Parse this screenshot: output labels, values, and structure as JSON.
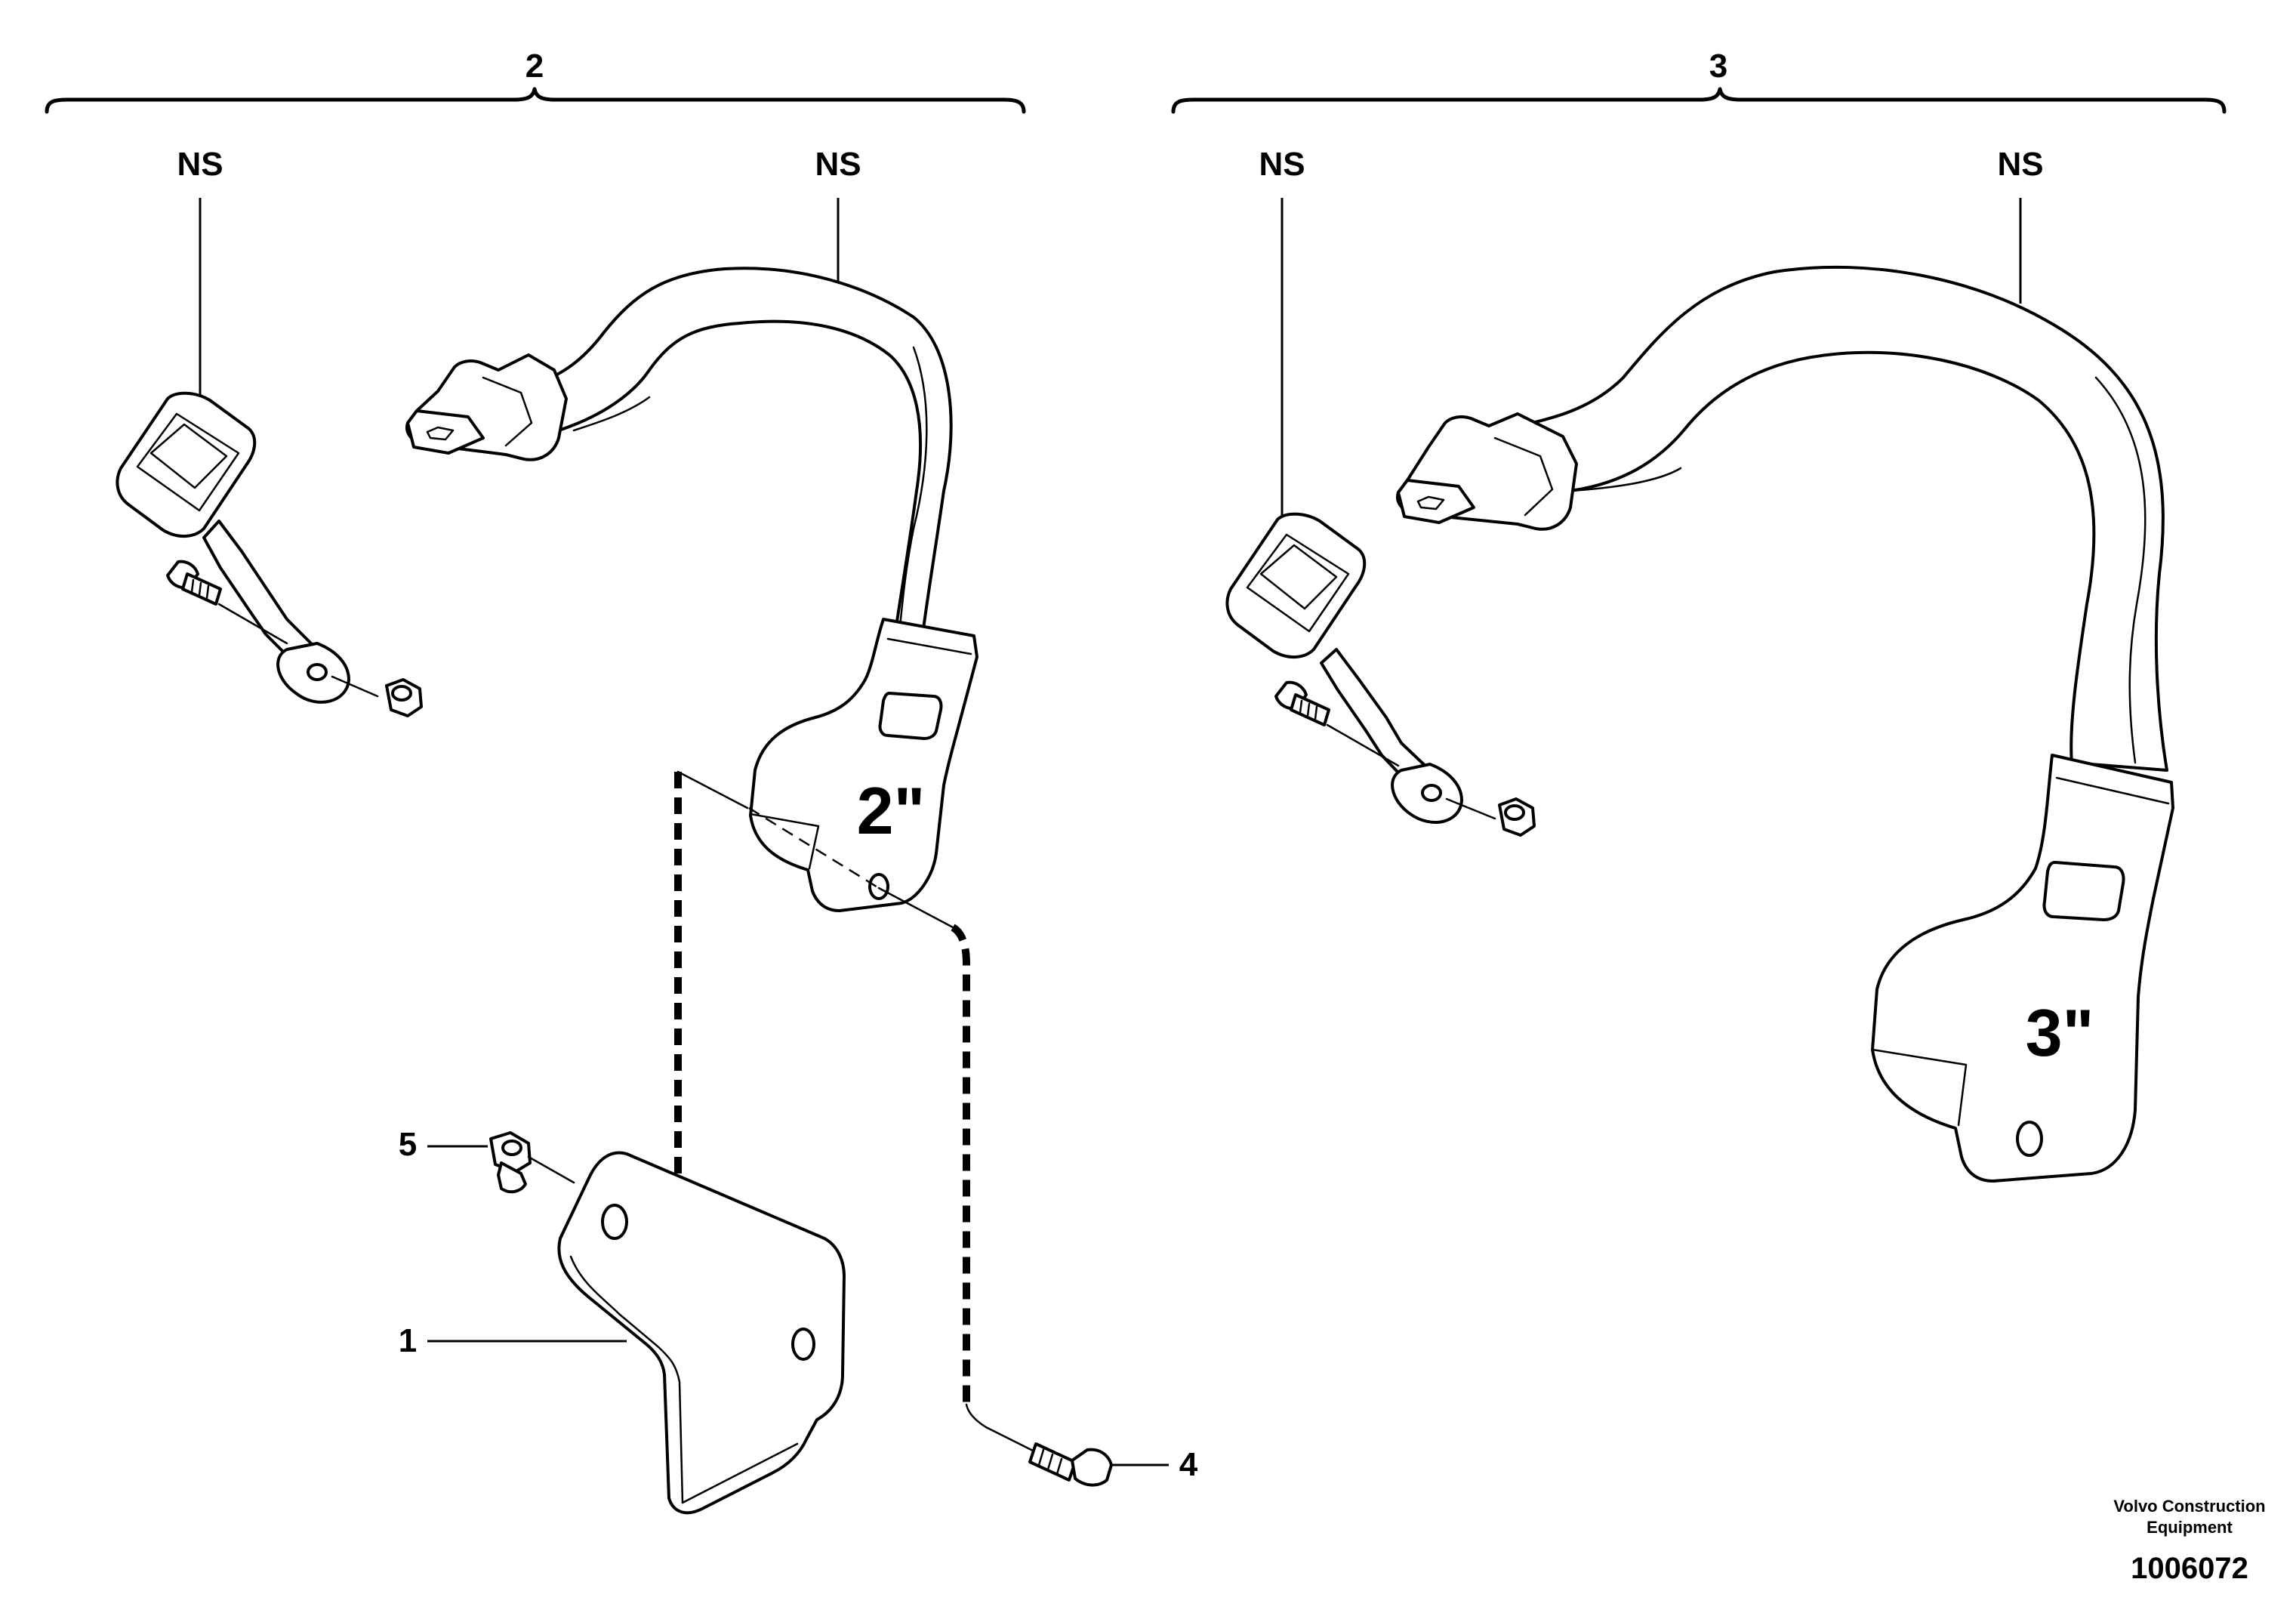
{
  "callouts": {
    "group_left": "2",
    "group_right": "3",
    "ns_1": "NS",
    "ns_2": "NS",
    "ns_3": "NS",
    "ns_4": "NS",
    "item_1": "1",
    "item_4": "4",
    "item_5": "5"
  },
  "part_markings": {
    "left_retractor": "2\"",
    "right_retractor": "3\""
  },
  "footer": {
    "company_line1": "Volvo Construction",
    "company_line2": "Equipment",
    "drawing_number": "1006072"
  }
}
